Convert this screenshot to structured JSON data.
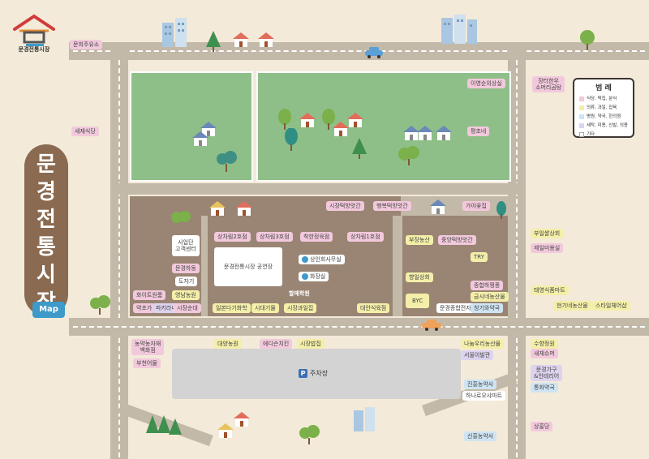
{
  "logo": {
    "text": "문경전통시장"
  },
  "title": {
    "chars": [
      "문",
      "경",
      "전",
      "통",
      "시",
      "장"
    ],
    "badge": "Map"
  },
  "legend": {
    "title": "범 례",
    "items": [
      {
        "text": "식당, 떡집, 분식",
        "color": "#f2c9dc"
      },
      {
        "text": "의류, 과일, 잡육",
        "color": "#f4efa8"
      },
      {
        "text": "병원, 약국, 한의원",
        "color": "#cfe4f3"
      },
      {
        "text": "세탁, 미용, 신발, 의용",
        "color": "#ddd3ee"
      },
      {
        "text": "기타",
        "color": "#ffffff"
      }
    ]
  },
  "labels": {
    "munhee": "문희주유소",
    "saejae": "새재식당",
    "iyeongsun": "이영순의상실",
    "janghwahanu": "장터한우\n소머리곰탕",
    "pyeongchone": "평초네",
    "sijangtteok": "시장떡방앗간",
    "haengbok": "행복떡방앗간",
    "gaya": "가야꽃집",
    "saeopdan": "사업단\n고객센터",
    "munggyeonghadong": "문경하동",
    "dogi": "도자기",
    "yeongnam": "영남농원",
    "white": "화이트원룸",
    "yakcho": "약초가",
    "pakira": "파키라나",
    "sijangsundae": "시장순대",
    "sangga2": "상차림2호점",
    "sangga3": "상차림3호점",
    "chakhan": "착한정육점",
    "sangga1": "상차림1호점",
    "gongyeonjang": "문경전통시장 공연장",
    "sangin": "상인회사무실",
    "hwajangsil": "화장실",
    "halmae": "할매학원",
    "ilbon": "일본다기화학",
    "sidae": "시대기물",
    "sijanggwail": "시장과일집",
    "daean": "대안식육점",
    "bujang": "부장농산",
    "jungang": "중앙떡방앗간",
    "try": "TRY",
    "hwail": "향일상회",
    "byc": "BYC",
    "jonghapjeon": "문경종합전자",
    "jonghapjaeng": "종합하찡풍",
    "geumsaenong": "금시네농산물",
    "cheonggwa": "청기와약국",
    "buil": "부일쌀상회",
    "jeil": "제일미용실",
    "taeyeong": "태영식품마트",
    "hyeondae": "현기네농산물",
    "styleeo": "스타일헤어샵",
    "nongyak": "농약농자재\n백화점",
    "bucheoneo": "부천어물",
    "daeyang": "대양농원",
    "edison": "에디슨치킨",
    "sijangbap": "시장밥집",
    "nanumuri": "나눔우리농산물",
    "seoulibal": "서울이발관",
    "parking": "주차장",
    "jinhong": "진흥농약사",
    "hanaro": "하나로오샤마트",
    "sinheung": "신흥농약사",
    "suhyeon": "수향정원",
    "saejae_super": "새재슈퍼",
    "furniture": "문경가구\n&인테리어",
    "hwahwa": "통화약국",
    "sanghong": "상홍당"
  }
}
